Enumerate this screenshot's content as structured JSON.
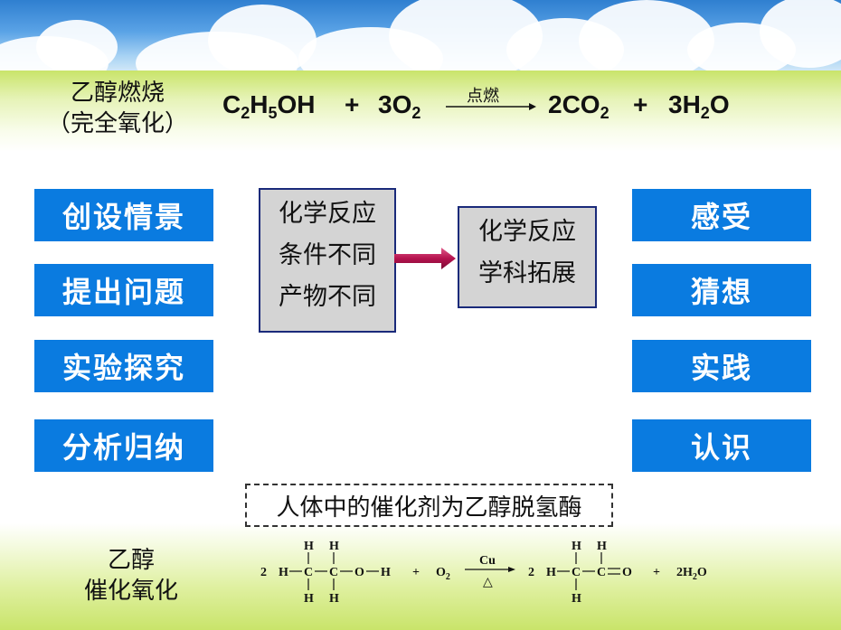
{
  "combustion": {
    "title_line1": "乙醇燃烧",
    "title_line2": "（完全氧化）",
    "reactant1": {
      "a": "C",
      "a_sub": "2",
      "b": "H",
      "b_sub": "5",
      "c": "OH"
    },
    "plus1": "+",
    "reactant2": {
      "coef": "3O",
      "sub": "2"
    },
    "condition": "点燃",
    "product1": {
      "coef": "2CO",
      "sub": "2"
    },
    "plus2": "+",
    "product2": {
      "a": "3H",
      "a_sub": "2",
      "b": "O"
    }
  },
  "left_buttons": [
    "创设情景",
    "提出问题",
    "实验探究",
    "分析归纳"
  ],
  "right_buttons": [
    "感受",
    "猜想",
    "实践",
    "认识"
  ],
  "box_left": [
    "化学反应",
    "条件不同",
    "产物不同"
  ],
  "box_right": [
    "化学反应",
    "学科拓展"
  ],
  "note": "人体中的催化剂为乙醇脱氢酶",
  "catalytic": {
    "title_line1": "乙醇",
    "title_line2": "催化氧化",
    "coef1": "2",
    "atom_H": "H",
    "atom_C": "C",
    "atom_O": "O",
    "plus": "+",
    "o2": "O",
    "o2_sub": "2",
    "catalyst": "Cu",
    "heat": "△",
    "coef2": "2",
    "water": "2H",
    "water_sub": "2",
    "water_o": "O"
  },
  "colors": {
    "button_blue": "#0a7be0",
    "arrow_red": "#b5124e",
    "band_green": "#c9e46a"
  }
}
